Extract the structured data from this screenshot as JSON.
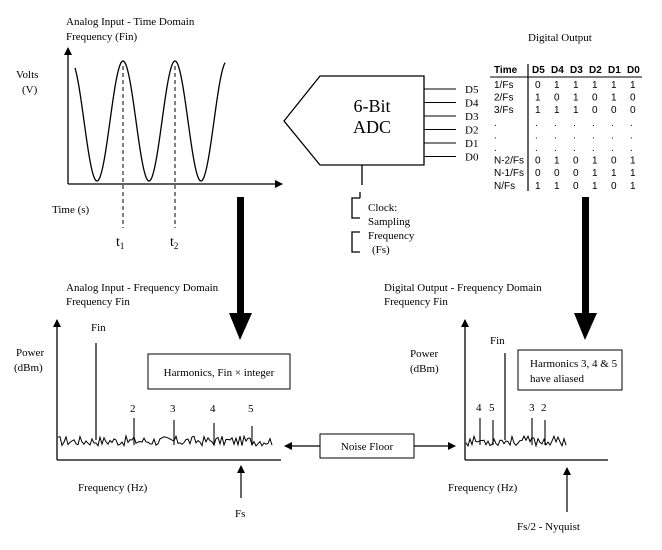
{
  "time_domain": {
    "title_line1": "Analog Input - Time Domain",
    "title_line2": "Frequency (Fin)",
    "y_label_line1": "Volts",
    "y_label_line2": "(V)",
    "x_label": "Time (s)",
    "marker1": "t",
    "marker1_sub": "1",
    "marker2": "t",
    "marker2_sub": "2"
  },
  "adc": {
    "label_line1": "6-Bit",
    "label_line2": "ADC",
    "pins": [
      "D5",
      "D4",
      "D3",
      "D2",
      "D1",
      "D0"
    ],
    "clock_line1": "Clock:",
    "clock_line2": "Sampling",
    "clock_line3": "Frequency",
    "clock_line4": "(Fs)"
  },
  "digital_output": {
    "title": "Digital Output",
    "table": {
      "headers": [
        "Time",
        "D5",
        "D4",
        "D3",
        "D2",
        "D1",
        "D0"
      ],
      "rows": [
        [
          "1/Fs",
          "0",
          "1",
          "1",
          "1",
          "1",
          "1"
        ],
        [
          "2/Fs",
          "1",
          "0",
          "1",
          "0",
          "1",
          "0"
        ],
        [
          "3/Fs",
          "1",
          "1",
          "1",
          "0",
          "0",
          "0"
        ],
        [
          ".",
          ".",
          ".",
          ".",
          ".",
          ".",
          "."
        ],
        [
          ".",
          ".",
          ".",
          ".",
          ".",
          ".",
          "."
        ],
        [
          ".",
          ".",
          ".",
          ".",
          ".",
          ".",
          "."
        ],
        [
          "N-2/Fs",
          "0",
          "1",
          "0",
          "1",
          "0",
          "1"
        ],
        [
          "N-1/Fs",
          "0",
          "0",
          "0",
          "1",
          "1",
          "1"
        ],
        [
          "N/Fs",
          "1",
          "1",
          "0",
          "1",
          "0",
          "1"
        ]
      ]
    }
  },
  "analog_freq": {
    "title_line1": "Analog Input - Frequency Domain",
    "title_line2": "Frequency Fin",
    "y_label_line1": "Power",
    "y_label_line2": "(dBm)",
    "fin_label": "Fin",
    "harmonics_box": "Harmonics, Fin × integer",
    "harmonic_labels": [
      "2",
      "3",
      "4",
      "5"
    ],
    "x_label": "Frequency (Hz)",
    "fs_label": "Fs"
  },
  "noise_floor": {
    "label": "Noise Floor"
  },
  "digital_freq": {
    "title_line1": "Digital Output - Frequency Domain",
    "title_line2": "Frequency Fin",
    "y_label_line1": "Power",
    "y_label_line2": "(dBm)",
    "fin_label": "Fin",
    "aliased_box_line1": "Harmonics 3, 4 & 5",
    "aliased_box_line2": "have aliased",
    "harmonic_labels": [
      "4",
      "5",
      "3",
      "2"
    ],
    "x_label": "Frequency (Hz)",
    "nyquist_label": "Fs/2 - Nyquist"
  }
}
